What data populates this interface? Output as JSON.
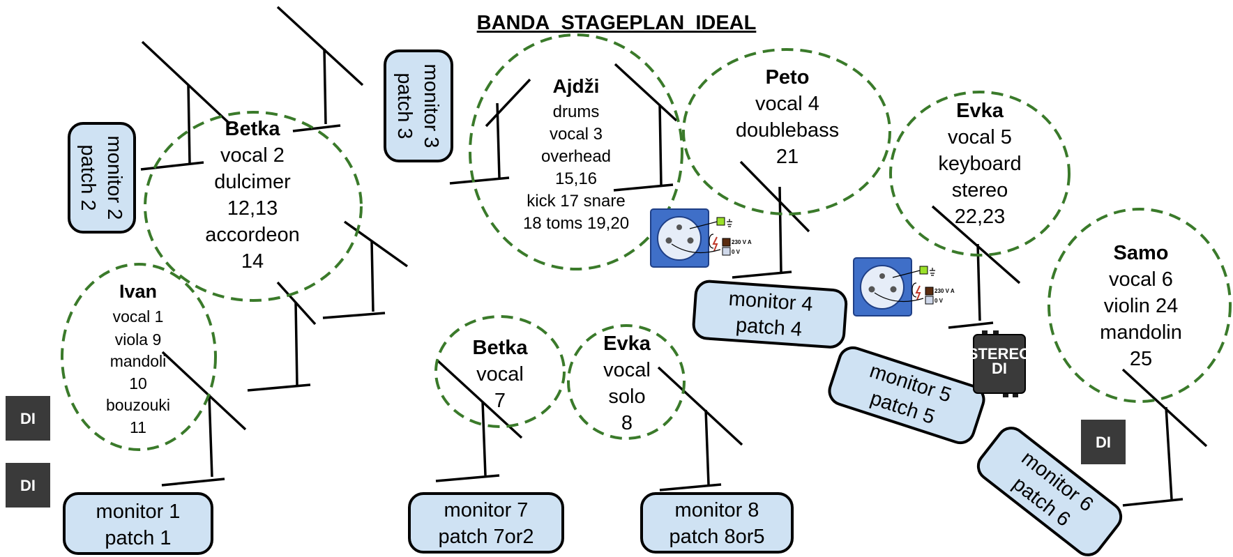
{
  "title": "BANDA_STAGEPLAN_IDEAL",
  "musicians": {
    "betka_main": {
      "name": "Betka",
      "lines": [
        "vocal 2",
        "dulcimer",
        "12,13",
        "accordeon",
        "14"
      ]
    },
    "ivan": {
      "name": "Ivan",
      "lines": [
        "vocal 1",
        "viola 9",
        "mandoli",
        "10",
        "bouzouki",
        "11"
      ]
    },
    "ajdzi": {
      "name": "Ajdži",
      "lines": [
        "drums",
        "vocal 3",
        "overhead",
        "15,16",
        "kick 17 snare",
        "18 toms 19,20"
      ]
    },
    "peto": {
      "name": "Peto",
      "lines": [
        "vocal 4",
        "doublebass",
        "21"
      ]
    },
    "evka_main": {
      "name": "Evka",
      "lines": [
        "vocal 5",
        "keyboard",
        "stereo",
        "22,23"
      ]
    },
    "samo": {
      "name": "Samo",
      "lines": [
        "vocal 6",
        "violin 24",
        "mandolin",
        "25"
      ]
    },
    "betka_vocal": {
      "name": "Betka",
      "lines": [
        "vocal",
        "7"
      ]
    },
    "evka_solo": {
      "name": "Evka",
      "lines": [
        "vocal",
        "solo",
        "8"
      ]
    }
  },
  "monitors": {
    "m1": {
      "line1": "monitor 1",
      "line2": "patch 1"
    },
    "m2": {
      "line1": "monitor 2",
      "line2": "patch 2"
    },
    "m3": {
      "line1": "monitor 3",
      "line2": "patch 3"
    },
    "m4": {
      "line1": "monitor 4",
      "line2": "patch 4"
    },
    "m5": {
      "line1": "monitor 5",
      "line2": "patch 5"
    },
    "m6": {
      "line1": "monitor 6",
      "line2": "patch 6"
    },
    "m7": {
      "line1": "monitor 7",
      "line2": "patch 7or2"
    },
    "m8": {
      "line1": "monitor 8",
      "line2": "patch 8or5"
    }
  },
  "di_boxes": {
    "di1": "DI",
    "di2": "DI",
    "di3": "DI"
  },
  "stereo_di": {
    "line1": "STEREO",
    "line2": "DI"
  },
  "power_sockets": {
    "s1": {
      "voltage": "230 V A",
      "zero": "0 V"
    },
    "s2": {
      "voltage": "230 V A",
      "zero": "0 V"
    }
  },
  "colors": {
    "circle_stroke": "#3a7a2a",
    "monitor_fill": "#cfe2f3",
    "di_fill": "#3a3a3a",
    "socket_fill": "#3f6fc8",
    "socket_green": "#9be02a",
    "socket_brown": "#5a2c10"
  }
}
